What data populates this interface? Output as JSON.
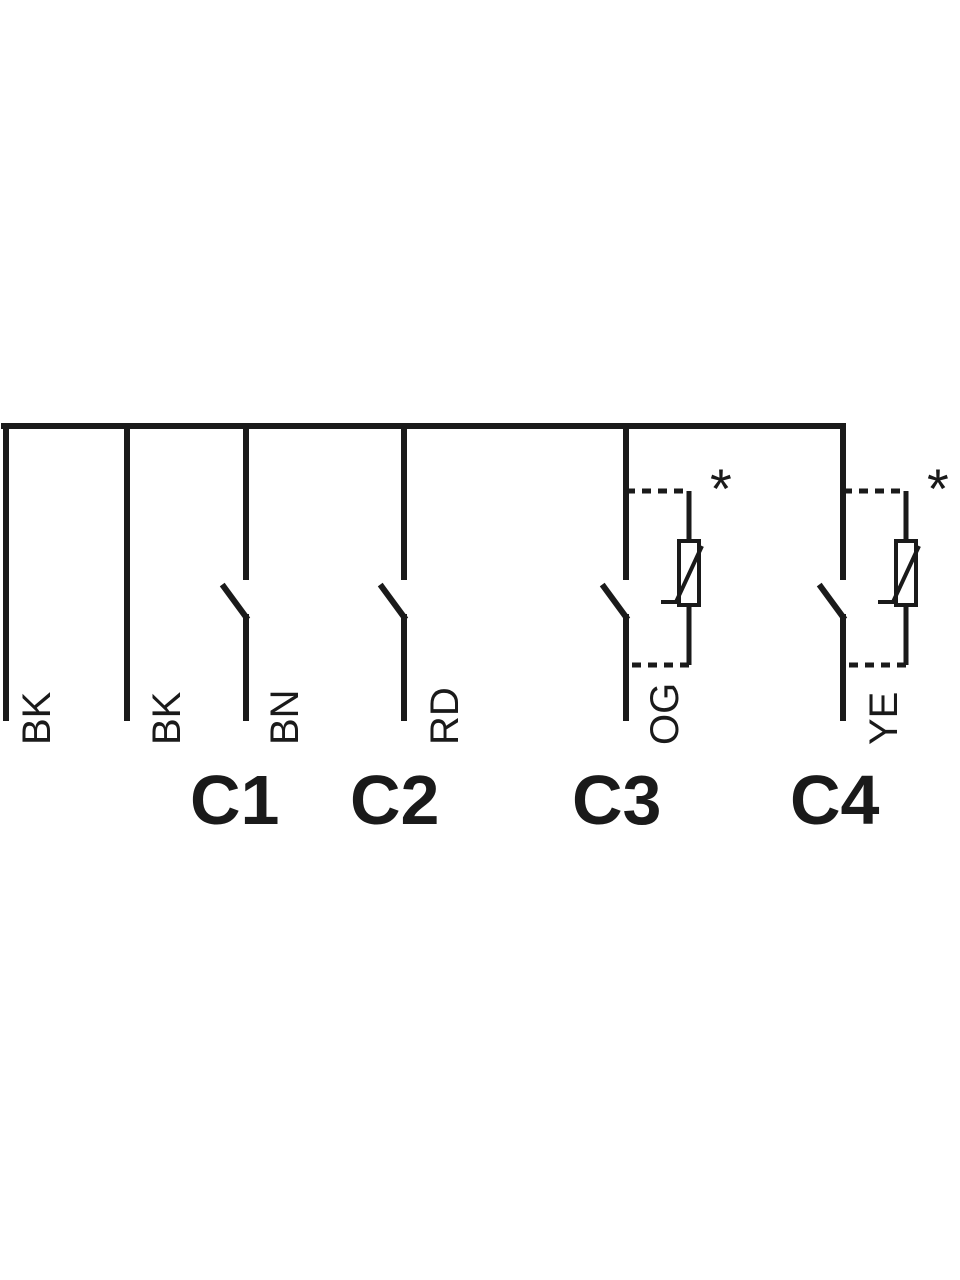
{
  "wire_colors": {
    "bk1": "BK",
    "bk2": "BK",
    "bn": "BN",
    "rd": "RD",
    "og": "OG",
    "ye": "YE"
  },
  "contacts": {
    "c1": "C1",
    "c2": "C2",
    "c3": "C3",
    "c4": "C4"
  },
  "notes": {
    "c3_note": "*",
    "c4_note": "*"
  }
}
